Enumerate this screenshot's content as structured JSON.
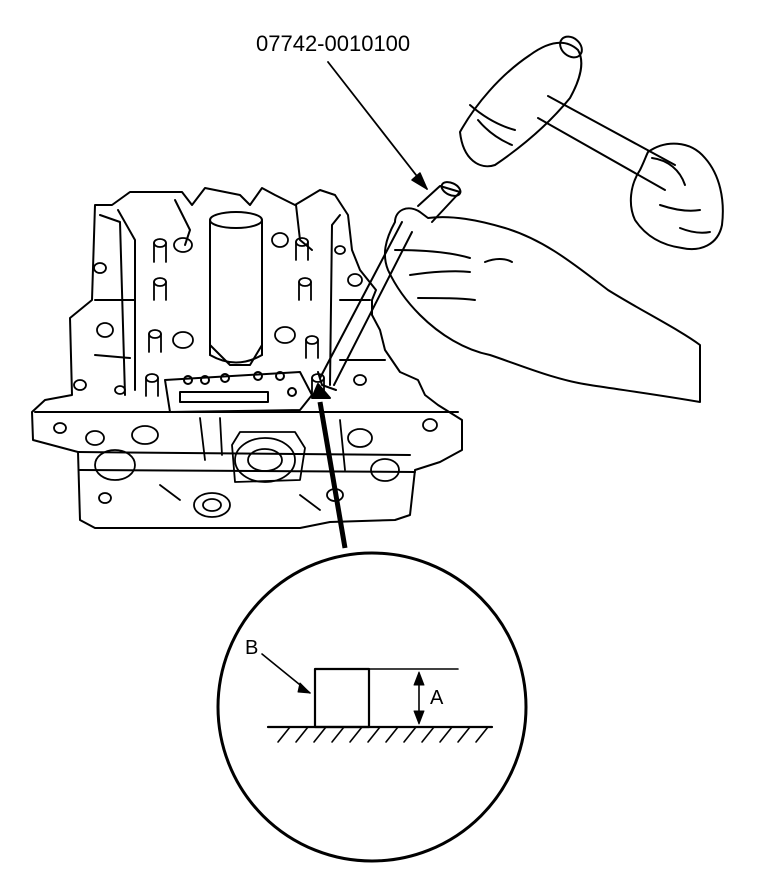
{
  "callouts": {
    "tool_number": "07742-0010100",
    "dimension_a": "A",
    "point_b": "B"
  },
  "colors": {
    "line": "#000000",
    "background": "#ffffff"
  }
}
